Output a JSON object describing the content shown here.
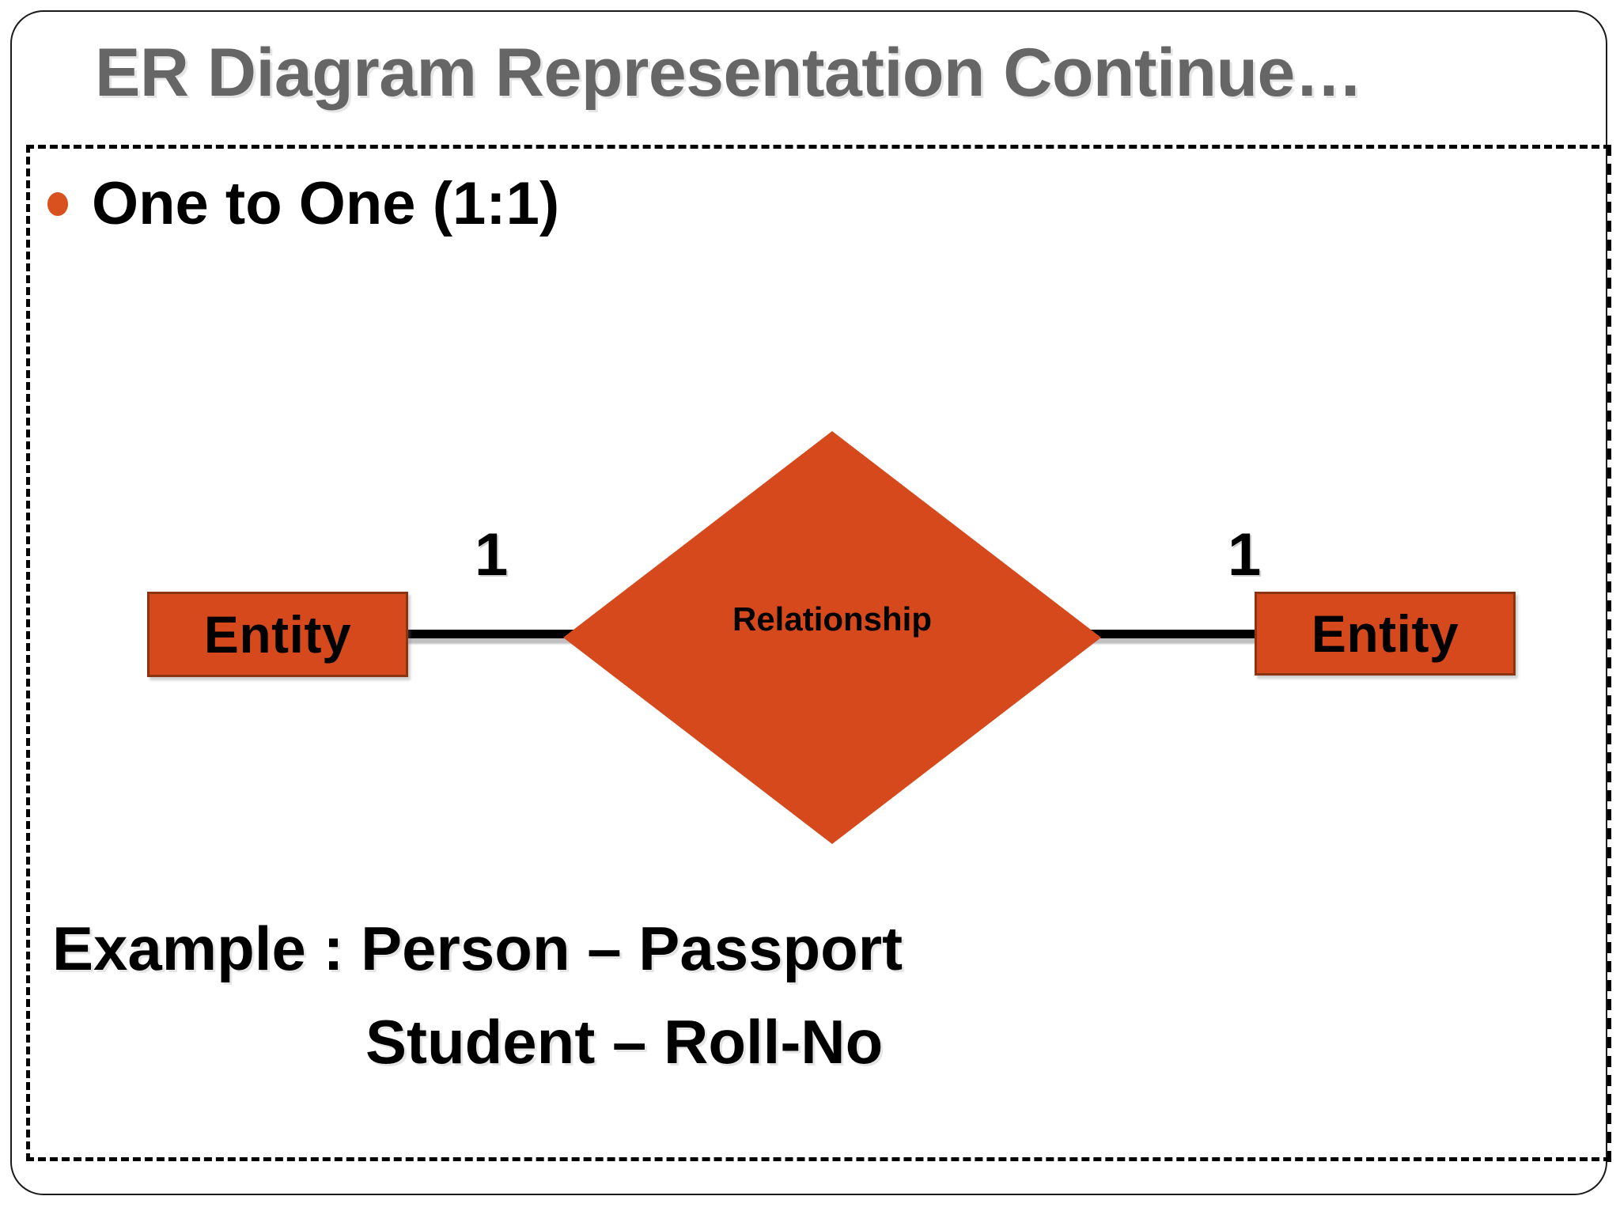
{
  "slide": {
    "title": "ER Diagram Representation Continue…",
    "title_color": "#666666",
    "background": "#ffffff"
  },
  "bullet": {
    "marker": "bullet-dot",
    "marker_color": "#D8511F",
    "label": "One to One (1:1)"
  },
  "diagram": {
    "type": "er-diagram",
    "accent_color": "#D5491C",
    "border_color": "#8A3412",
    "entity_left": {
      "label": "Entity",
      "shape": "rectangle"
    },
    "entity_right": {
      "label": "Entity",
      "shape": "rectangle"
    },
    "relationship": {
      "label": "Relationship",
      "label_line_1": "Relationshi",
      "label_line_2": "p",
      "shape": "diamond"
    },
    "cardinality_left": "1",
    "cardinality_right": "1",
    "connector_left": "line",
    "connector_right": "line"
  },
  "example": {
    "line1": "Example : Person – Passport",
    "line2": "Student – Roll-No"
  }
}
